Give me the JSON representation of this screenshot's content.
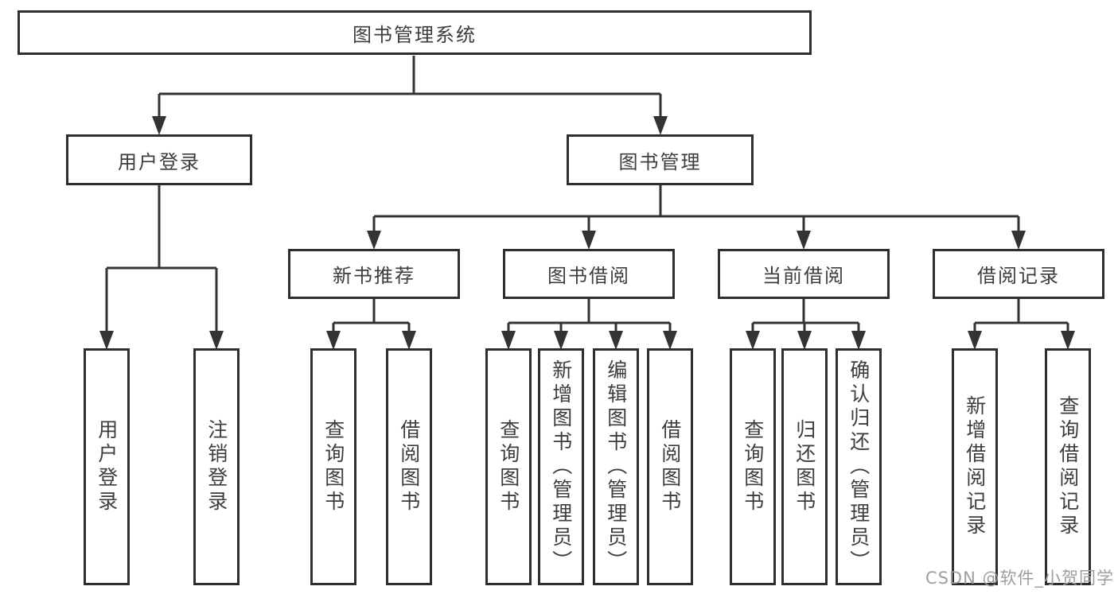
{
  "title": "图书管理系统",
  "watermark": "CSDN @软件_小贺同学",
  "colors": {
    "line": "#333333",
    "border": "#2e2e2e",
    "text": "#3d3d3d",
    "watermark": "#9e9e9e",
    "background": "#ffffff"
  },
  "tree": {
    "label": "图书管理系统",
    "children": [
      {
        "label": "用户登录",
        "children": [
          {
            "label": "用户登录"
          },
          {
            "label": "注销登录"
          }
        ]
      },
      {
        "label": "图书管理",
        "children": [
          {
            "label": "新书推荐",
            "children": [
              {
                "label": "查询图书"
              },
              {
                "label": "借阅图书"
              }
            ]
          },
          {
            "label": "图书借阅",
            "children": [
              {
                "label": "查询图书"
              },
              {
                "label": "新增图书（管理员）"
              },
              {
                "label": "编辑图书（管理员）"
              },
              {
                "label": "借阅图书"
              }
            ]
          },
          {
            "label": "当前借阅",
            "children": [
              {
                "label": "查询图书"
              },
              {
                "label": "归还图书"
              },
              {
                "label": "确认归还（管理员）"
              }
            ]
          },
          {
            "label": "借阅记录",
            "children": [
              {
                "label": "新增借阅记录"
              },
              {
                "label": "查询借阅记录"
              }
            ]
          }
        ]
      }
    ]
  }
}
